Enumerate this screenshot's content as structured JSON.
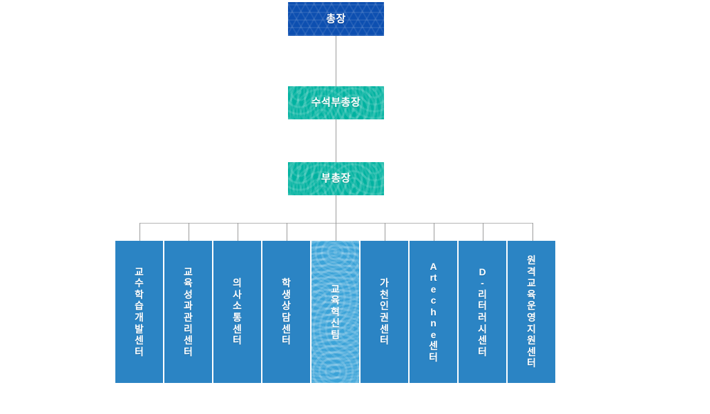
{
  "chart_data": {
    "type": "diagram",
    "title": "",
    "levels": [
      {
        "level": 1,
        "nodes": [
          {
            "label": "총장",
            "theme": "navy",
            "pattern": "hex"
          }
        ]
      },
      {
        "level": 2,
        "nodes": [
          {
            "label": "수석부총장",
            "theme": "teal",
            "pattern": "swirl"
          }
        ]
      },
      {
        "level": 3,
        "nodes": [
          {
            "label": "부총장",
            "theme": "teal",
            "pattern": "swirl"
          }
        ]
      },
      {
        "level": 4,
        "nodes": [
          {
            "label": "교수학습개발센터",
            "theme": "blue",
            "pattern": "none",
            "highlighted": false
          },
          {
            "label": "교육성과관리센터",
            "theme": "blue",
            "pattern": "none",
            "highlighted": false
          },
          {
            "label": "의사소통센터",
            "theme": "blue",
            "pattern": "none",
            "highlighted": false
          },
          {
            "label": "학생상담센터",
            "theme": "blue",
            "pattern": "none",
            "highlighted": false
          },
          {
            "label": "교육혁신팀",
            "theme": "lightblue",
            "pattern": "swirl-v",
            "highlighted": true
          },
          {
            "label": "가천인권센터",
            "theme": "blue",
            "pattern": "none",
            "highlighted": false
          },
          {
            "label": "Artechne센터",
            "theme": "blue",
            "pattern": "none",
            "highlighted": false
          },
          {
            "label": "D-리터러시센터",
            "theme": "blue",
            "pattern": "none",
            "highlighted": false
          },
          {
            "label": "원격교육운영지원센터",
            "theme": "blue",
            "pattern": "none",
            "highlighted": false
          }
        ]
      }
    ],
    "colors": {
      "navy": "#0d4fb0",
      "teal": "#00b2a0",
      "blue": "#2b84c4",
      "lightblue": "#3ba3d8",
      "connector": "#9b9b9b",
      "background": "#ffffff",
      "text": "#ffffff"
    }
  },
  "nodes": {
    "president": {
      "label": "총장"
    },
    "senior_vice_president": {
      "label": "수석부총장"
    },
    "vice_president": {
      "label": "부총장"
    },
    "leaf_0": {
      "label": "교수학습개발센터"
    },
    "leaf_1": {
      "label": "교육성과관리센터"
    },
    "leaf_2": {
      "label": "의사소통센터"
    },
    "leaf_3": {
      "label": "학생상담센터"
    },
    "leaf_4": {
      "label": "교육혁신팀"
    },
    "leaf_5": {
      "label": "가천인권센터"
    },
    "leaf_6": {
      "label": "Artechne센터"
    },
    "leaf_7": {
      "label": "D-리터러시센터"
    },
    "leaf_8": {
      "label": "원격교육운영지원센터"
    }
  }
}
